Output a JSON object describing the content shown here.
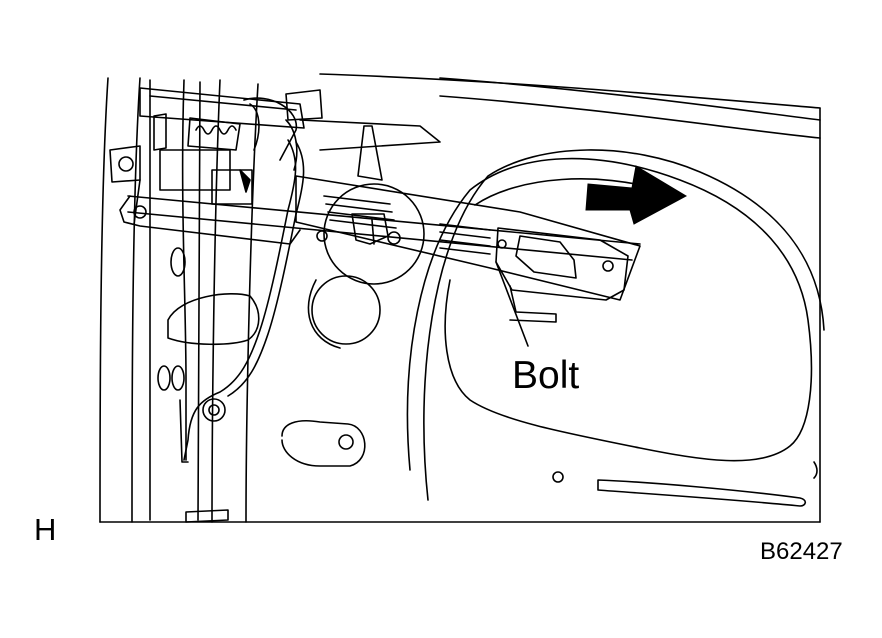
{
  "callout": {
    "label": "Bolt"
  },
  "view_letter": "H",
  "figure_code": "B62427",
  "colors": {
    "line": "#000000",
    "background": "#ffffff",
    "arrow": "#000000"
  },
  "icons": {
    "direction_arrow": "arrow-right-icon"
  }
}
